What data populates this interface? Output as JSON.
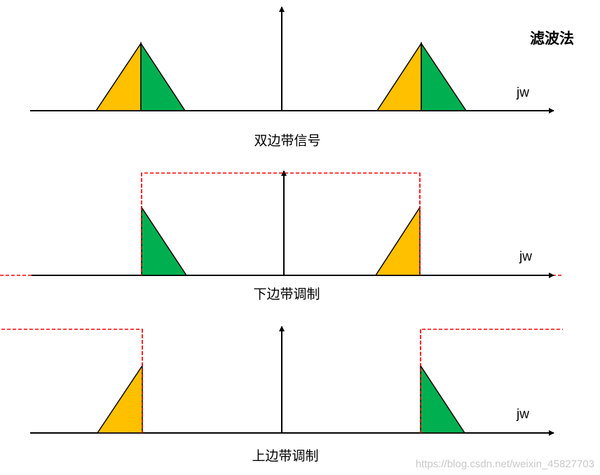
{
  "title": "滤波法",
  "colors": {
    "lower_sideband": "#FFC000",
    "upper_sideband": "#00B050",
    "filter_line": "#FF0000",
    "axis": "#000000"
  },
  "panels": [
    {
      "caption": "双边带信号",
      "axis_label": "jw"
    },
    {
      "caption": "下边带调制",
      "axis_label": "jw"
    },
    {
      "caption": "上边带调制",
      "axis_label": "jw"
    }
  ],
  "watermark": "https://blog.csdn.net/weixin_45827703"
}
